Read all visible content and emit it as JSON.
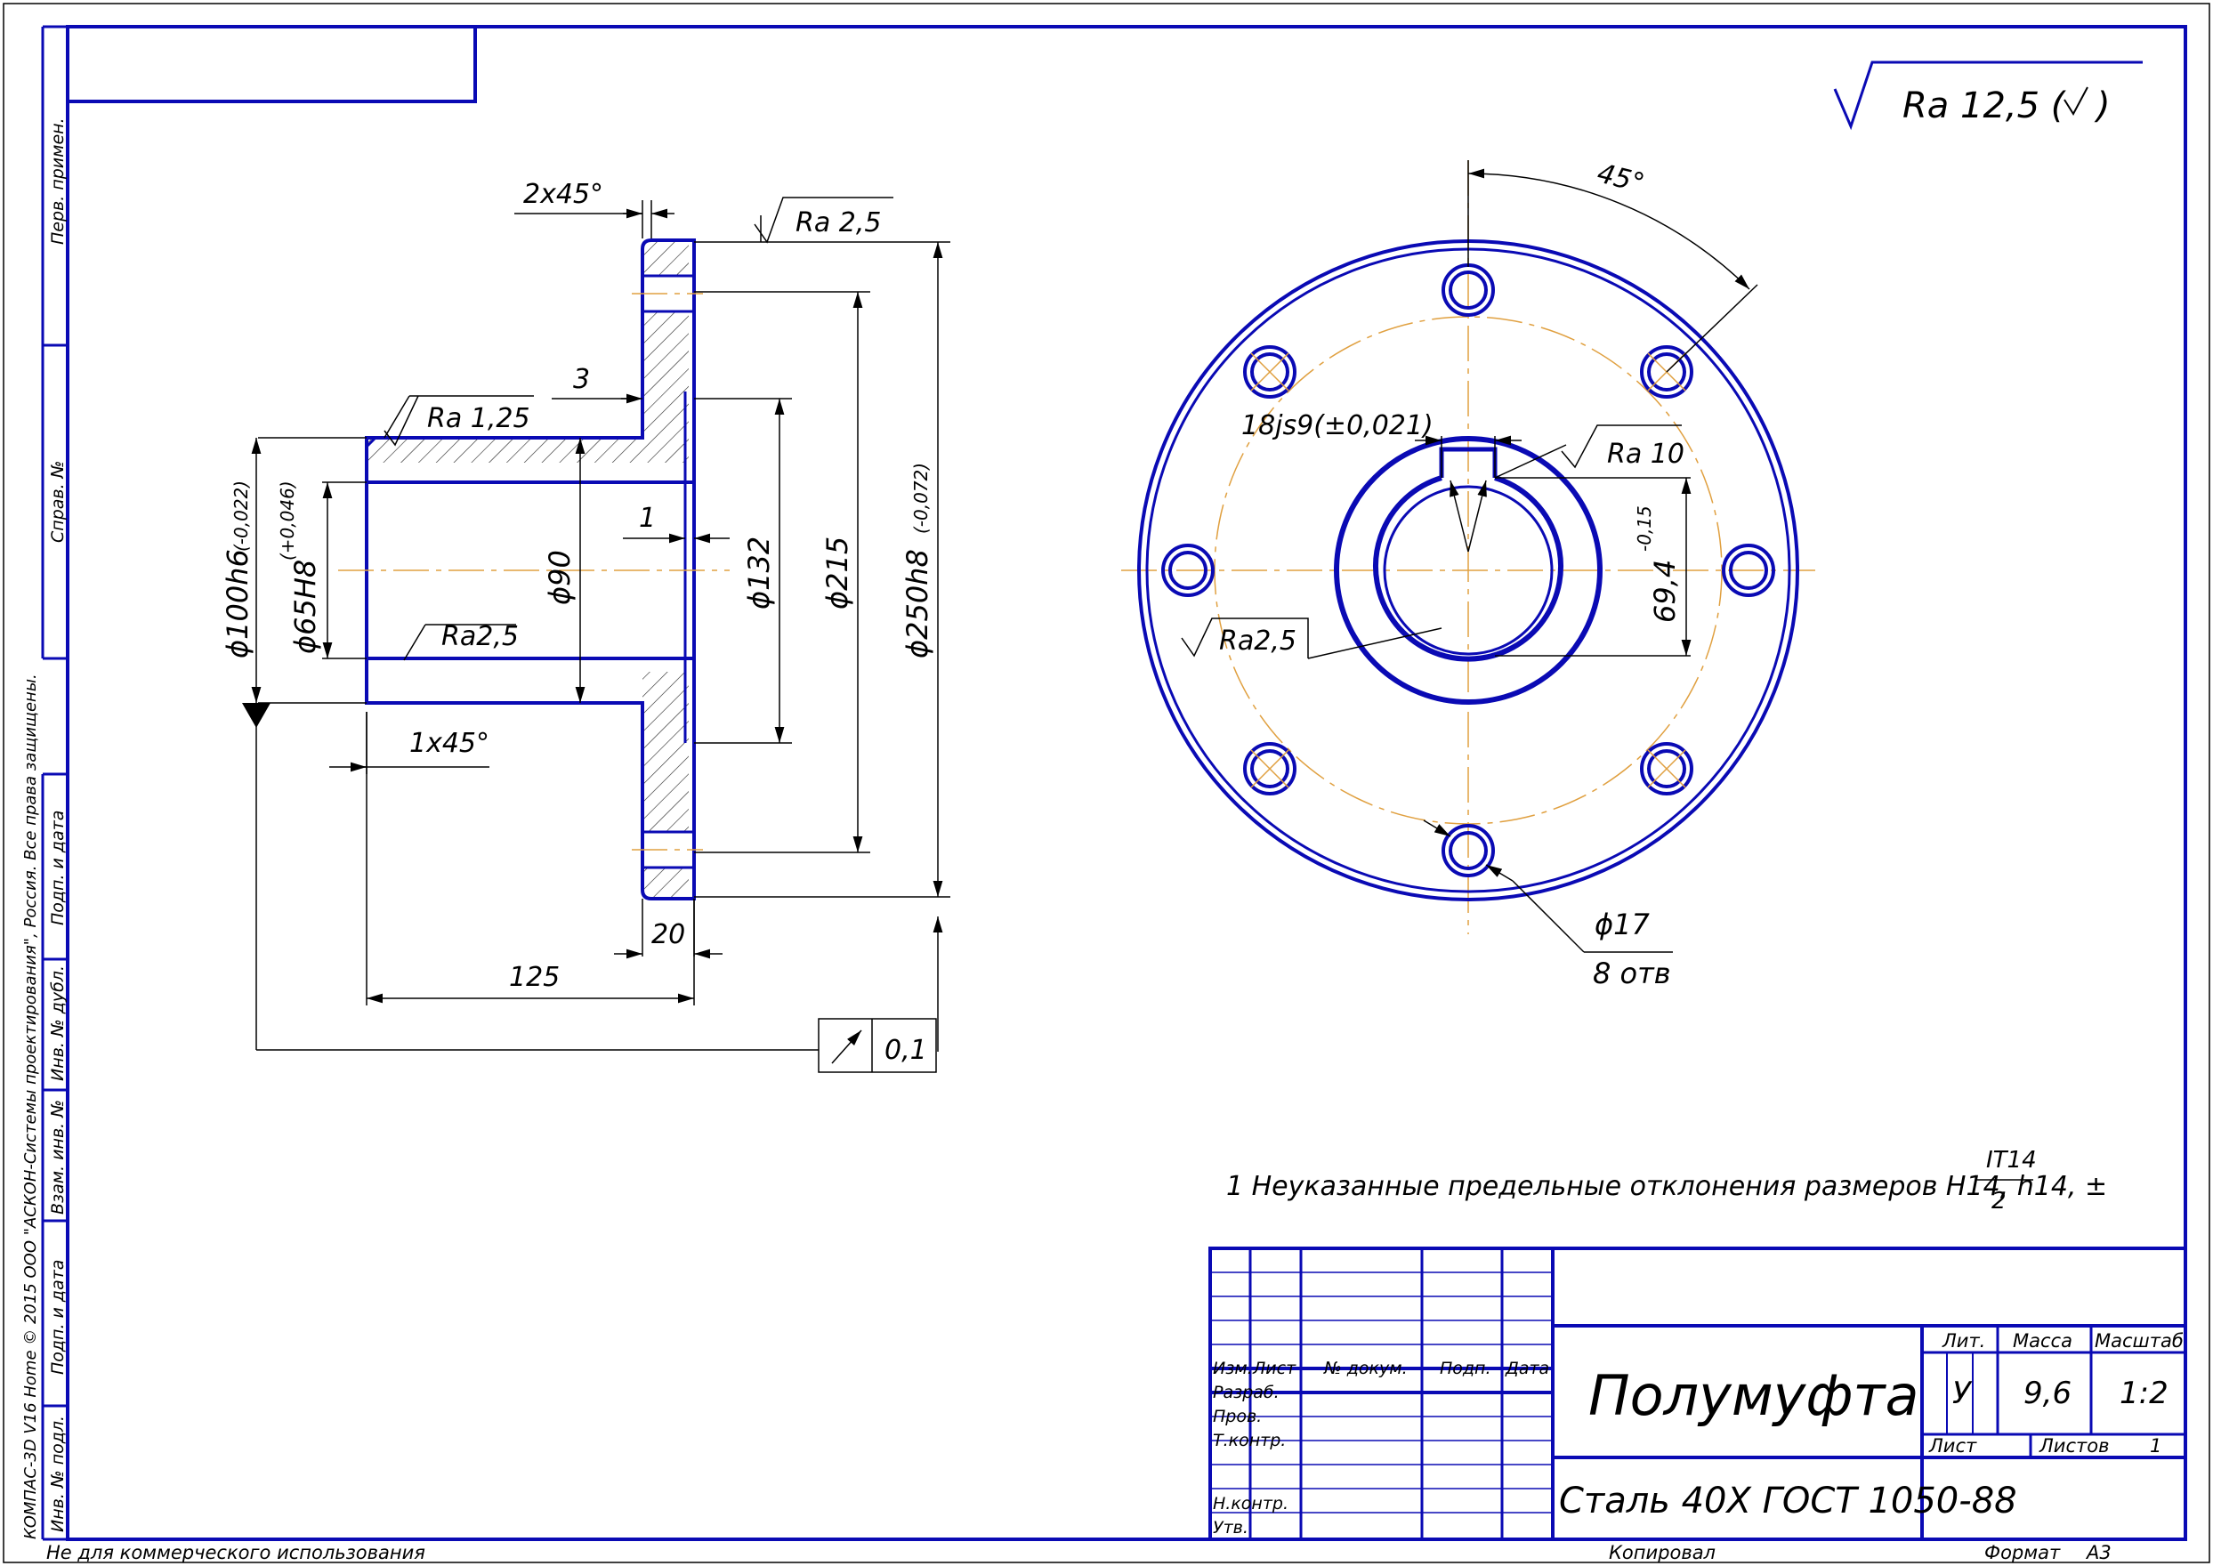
{
  "side_strip": {
    "perv_primen": "Перв. примен.",
    "sprav_no": "Справ. №",
    "podp_data_1": "Подп. и дата",
    "inv_no_dubl": "Инв. № дубл.",
    "vzam_inv_no": "Взам. инв. №",
    "podp_data_2": "Подп. и дата",
    "inv_no_podl": "Инв. № подл.",
    "copyright": "КОМПАС-3D V16 Home  © 2015 ООО \"АСКОН-Системы проектирования\", Россия. Все права защищены."
  },
  "roughness_general": {
    "value": "Ra 12,5 (",
    "close": ")"
  },
  "section_view": {
    "chamfer_top": "2x45°",
    "roughness_face": "Ra 2,5",
    "dim_3": "3",
    "roughness_outer": "Ra 1,25",
    "dim_1": "1",
    "roughness_bore": "Ra2,5",
    "chamfer_bottom": "1x45°",
    "dia_100": "ϕ100h6",
    "dia_100_tol": "(-0,022)",
    "dia_65": "ϕ65H8",
    "dia_65_tol": "(+0,046)",
    "dia_90": "ϕ90",
    "dia_132": "ϕ132",
    "dia_215": "ϕ215",
    "dia_250": "ϕ250h8",
    "dia_250_tol": "(-0,072)",
    "dim_20": "20",
    "dim_125": "125",
    "runout_value": "0,1"
  },
  "front_view": {
    "angle": "45°",
    "keyway": "18js9(±0,021)",
    "roughness_keyway": "Ra 10",
    "roughness_hub": "Ra2,5",
    "dim_69": "69,4",
    "dim_69_tol": "-0,15",
    "holes_dia": "ϕ17",
    "holes_count": "8 отв"
  },
  "note": {
    "text": "1 Неуказанные предельные отклонения размеров H14, h14, ±",
    "frac_num": "IT14",
    "frac_den": "2"
  },
  "title_block": {
    "izm": "Изм.",
    "list": "Лист",
    "doc_no": "№ докум.",
    "podp": "Подп.",
    "data": "Дата",
    "razrab": "Разраб.",
    "prov": "Пров.",
    "tkontr": "Т.контр.",
    "nkontr": "Н.контр.",
    "utv": "Утв.",
    "name": "Полумуфта",
    "material": "Сталь 40Х ГОСТ 1050-88",
    "lit": "Лит.",
    "massa": "Масса",
    "masshtab": "Масштаб",
    "lit_value": "У",
    "massa_value": "9,6",
    "masshtab_value": "1:2",
    "list_label": "Лист",
    "listov_label": "Листов",
    "listov_value": "1"
  },
  "footer": {
    "left": "Не для коммерческого использования",
    "copied": "Копировал",
    "format_label": "Формат",
    "format_value": "А3"
  },
  "colors": {
    "outline": "#0a0ab4",
    "axis": "#e0a040",
    "text": "#000000"
  }
}
